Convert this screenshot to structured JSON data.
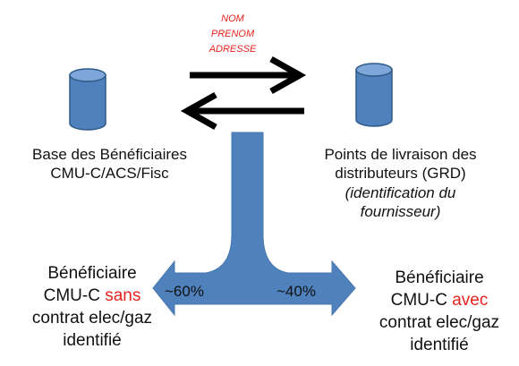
{
  "colors": {
    "cylinder_fill": "#4f81bd",
    "cylinder_stroke": "#2e5a87",
    "flow_fill": "#4f81bd",
    "arrow": "#000000",
    "highlight": "#e8231e"
  },
  "exchange_fields": [
    "NOM",
    "PRENOM",
    "ADRESSE"
  ],
  "left_db": {
    "line1": "Base des Bénéficiaires",
    "line2": "CMU-C/ACS/Fisc"
  },
  "right_db": {
    "line1": "Points de livraison des",
    "line2": "distributeurs (GRD)",
    "line3": "(identification du",
    "line4": "fournisseur)"
  },
  "split": {
    "left_pct": "~60%",
    "right_pct": "~40%"
  },
  "beneficiary_left": {
    "line1": "Bénéficiaire",
    "line2_prefix": "CMU-C",
    "line2_highlight": "sans",
    "line3": "contrat elec/gaz",
    "line4": "identifié"
  },
  "beneficiary_right": {
    "line1": "Bénéficiaire",
    "line2_prefix": "CMU-C",
    "line2_highlight": "avec",
    "line3": "contrat elec/gaz",
    "line4": "identifié"
  }
}
